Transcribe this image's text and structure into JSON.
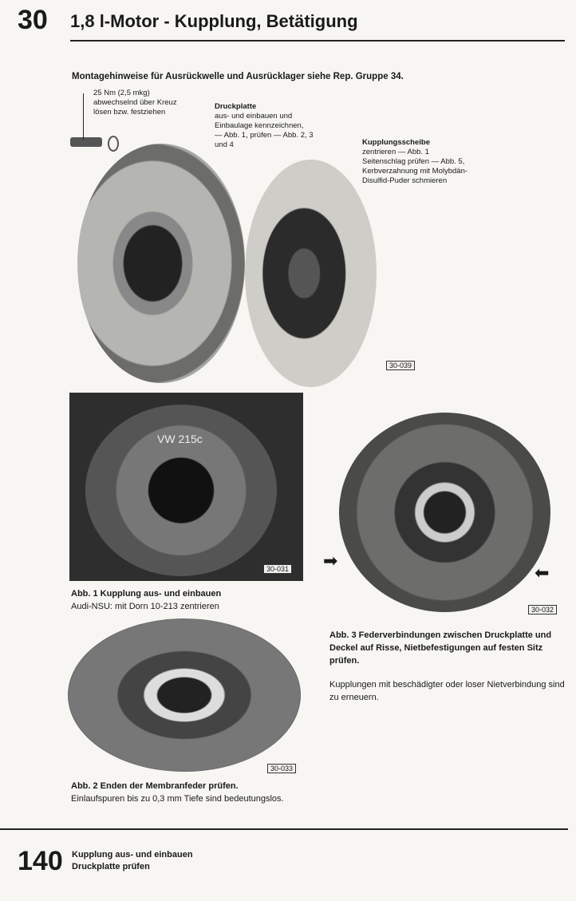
{
  "header": {
    "chapter": "30",
    "title": "1,8 l-Motor - Kupplung, Betätigung"
  },
  "intro": "Montagehinweise für Ausrückwelle und Ausrücklager siehe Rep. Gruppe 34.",
  "callouts": {
    "bolt": [
      "25 Nm (2,5 mkg)",
      "abwechselnd über Kreuz",
      "lösen bzw. festziehen"
    ],
    "druckplatte": {
      "title": "Druckplatte",
      "lines": [
        "aus- und einbauen und",
        "Einbaulage kennzeichnen,",
        "— Abb. 1, prüfen — Abb. 2, 3",
        "und 4"
      ]
    },
    "scheibe": {
      "title": "Kupplungsscheibe",
      "lines": [
        "zentrieren — Abb. 1",
        "Seitenschlag prüfen — Abb. 5,",
        "Kerbverzahnung mit Molybdän-",
        "Disulfid-Puder schmieren"
      ]
    }
  },
  "figures": {
    "main": {
      "ref": "30-039"
    },
    "abb1": {
      "ref": "30-031",
      "tool": "VW 215c",
      "caption_title": "Abb. 1   Kupplung aus- und einbauen",
      "caption_text": "Audi-NSU: mit Dorn 10-213 zentrieren"
    },
    "abb2": {
      "ref": "30-033",
      "caption_title": "Abb. 2   Enden der Membranfeder prüfen.",
      "caption_text": "Einlaufspuren bis zu 0,3 mm Tiefe sind bedeutungslos."
    },
    "abb3": {
      "ref": "30-032",
      "caption_title": "Abb. 3   Federverbindungen zwischen Druckplatte und Deckel auf Risse, Nietbefestigungen auf festen Sitz prüfen.",
      "caption_text": "Kupplungen mit beschädigter oder loser Nietverbindung sind zu erneuern."
    }
  },
  "footer": {
    "page": "140",
    "lines": [
      "Kupplung aus- und einbauen",
      "Druckplatte prüfen"
    ]
  }
}
